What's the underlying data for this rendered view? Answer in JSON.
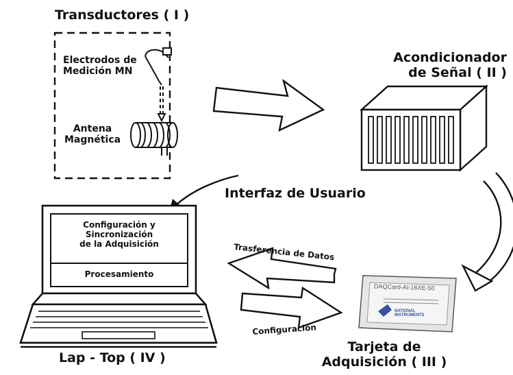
{
  "transducers": {
    "title": "Transductores ( I )",
    "electrodes": [
      "Electrodos de",
      "Medición MN"
    ],
    "antenna": [
      "Antena",
      "Magnética"
    ]
  },
  "conditioner": {
    "lines": [
      "Acondicionador",
      "de Señal ( II )"
    ]
  },
  "interface_label": "Interfaz de Usuario",
  "laptop": {
    "screen_rows": [
      [
        "Configuración y",
        "Sincronización",
        "de la Adquisición"
      ],
      [
        "Procesamiento"
      ]
    ],
    "title": "Lap - Top ( IV )"
  },
  "transfer_label": "Trasferencia de Datos",
  "config_label": "Configuración",
  "card": {
    "model": "DAQCard-AI-16XE-50",
    "brand": [
      "NATIONAL",
      "INSTRUMENTS"
    ],
    "title_lines": [
      "Tarjeta de",
      "Adquisición ( III )"
    ]
  },
  "colors": {
    "ink": "#111111",
    "card": "#e6e6e6",
    "background": "#ffffff"
  }
}
